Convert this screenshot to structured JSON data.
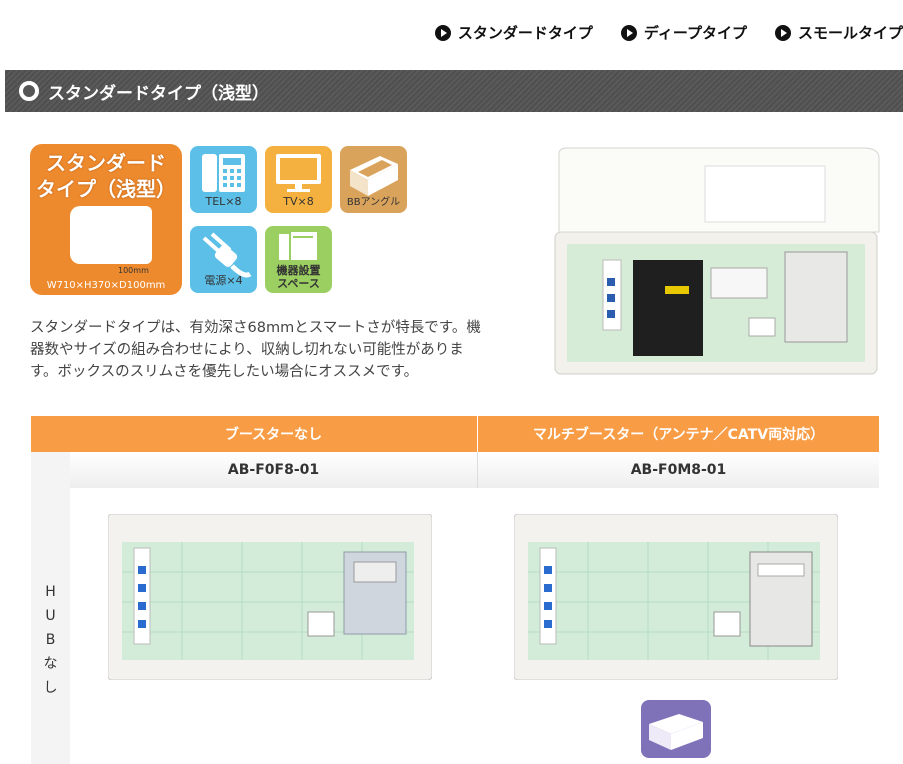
{
  "nav": {
    "items": [
      "スタンダードタイプ",
      "ディープタイプ",
      "スモールタイプ"
    ]
  },
  "section": {
    "title": "スタンダードタイプ（浅型）"
  },
  "badge": {
    "title_line1": "スタンダード",
    "title_line2": "タイプ（浅型）",
    "dim_mm": "100mm",
    "dimensions": "W710×H370×D100mm"
  },
  "features": {
    "tel": "TEL×8",
    "tv": "TV×8",
    "bb": "BBアングル",
    "power": "電源×4",
    "space_line1": "機器設置",
    "space_line2": "スペース"
  },
  "description": "スタンダードタイプは、有効深さ68mmとスマートさが特長です。機器数やサイズの組み合わせにより、収納し切れない可能性があります。ボックスのスリムさを優先したい場合にオススメです。",
  "table": {
    "col1_header": "ブースターなし",
    "col2_header": "マルチブースター（アンテナ／CATV両対応）",
    "col1_model": "AB-F0F8-01",
    "col2_model": "AB-F0M8-01",
    "row_label": [
      "H",
      "U",
      "B",
      "な",
      "し"
    ]
  },
  "colors": {
    "accent": "#f89d46",
    "badge": "#ee8a2e",
    "bar": "#555555"
  }
}
